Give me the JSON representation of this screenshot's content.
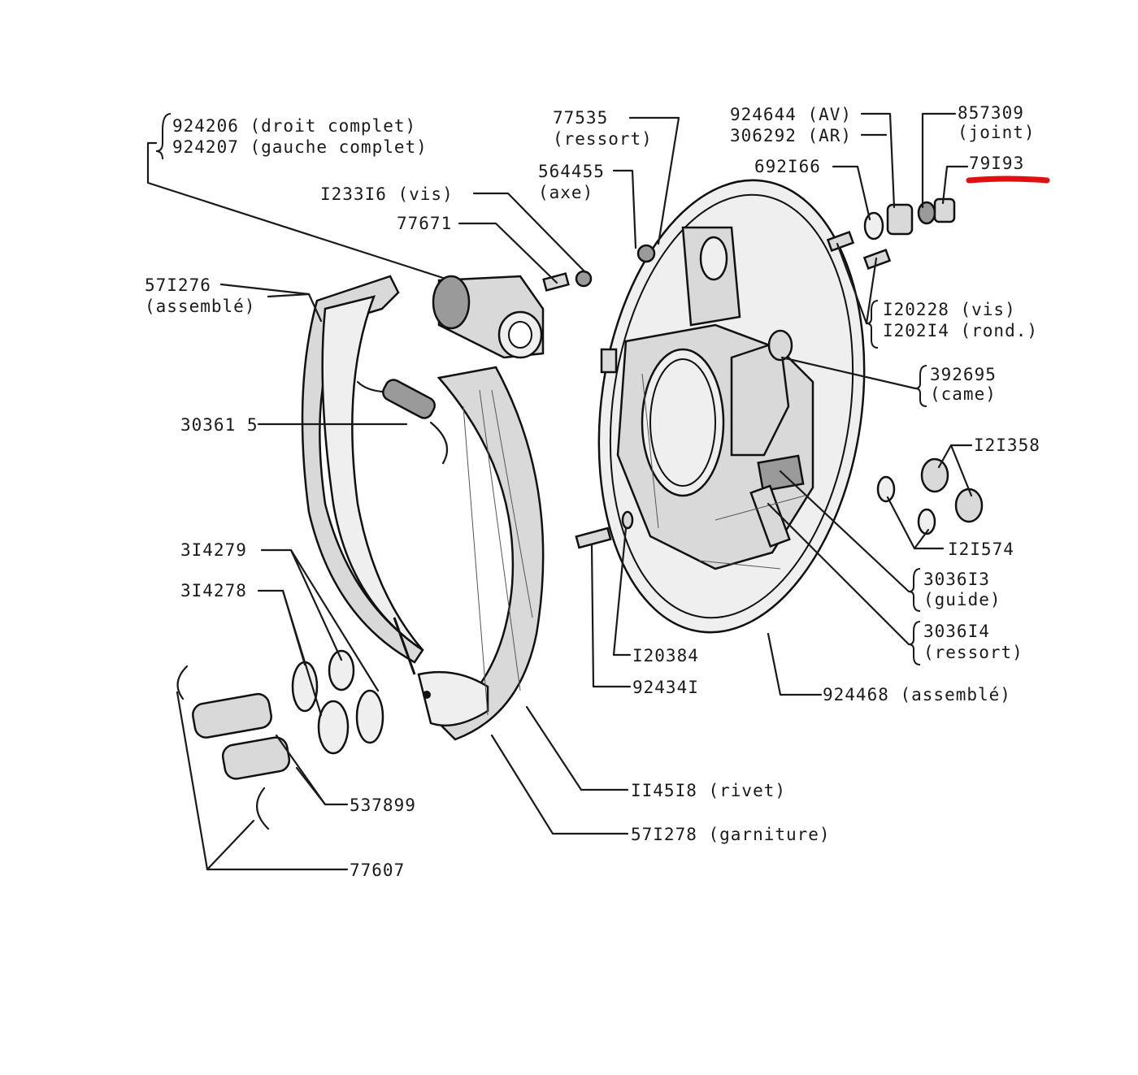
{
  "labels": {
    "l924206": "924206 (droit complet)",
    "l924207": "924207 (gauche complet)",
    "l123316": "I233I6 (vis)",
    "l77671": "77671",
    "l571276a": "57I276",
    "l571276b": "(assemblé)",
    "l303615": "30361 5",
    "l314279": "3I4279",
    "l314278": "3I4278",
    "l537899": "537899",
    "l77607": "77607",
    "l114518": "II45I8 (rivet)",
    "l571278": "57I278 (garniture)",
    "l120384": "I20384",
    "l924341": "92434I",
    "l77535a": "77535",
    "l77535b": "(ressort)",
    "l564455a": "564455",
    "l564455b": "(axe)",
    "l924644": "924644 (AV)",
    "l306292": "306292 (AR)",
    "l692166": "692I66",
    "l857309a": "857309",
    "l857309b": "(joint)",
    "l79193": "79I93",
    "l120228": "I20228 (vis)",
    "l120214": "I202I4 (rond.)",
    "l392695a": "392695",
    "l392695b": "(came)",
    "l121358": "I2I358",
    "l121574": "I2I574",
    "l303613a": "3036I3",
    "l303613b": "(guide)",
    "l303614a": "3036I4",
    "l303614b": "(ressort)",
    "l924468": "924468 (assemblé)"
  },
  "highlight_color": "#e01010",
  "ink_color": "#1a1a1a"
}
